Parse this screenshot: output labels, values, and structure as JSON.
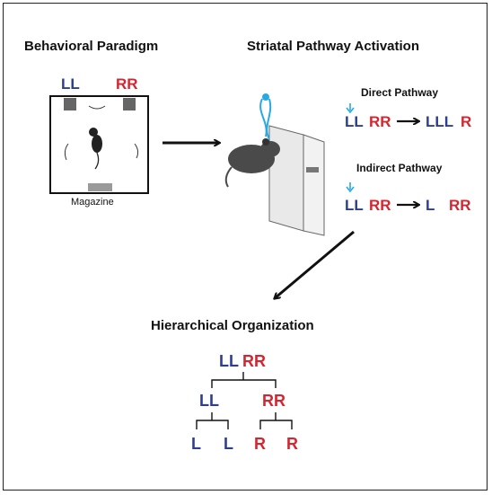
{
  "titles": {
    "behavioral": "Behavioral Paradigm",
    "striatal": "Striatal Pathway Activation",
    "hierarchical": "Hierarchical Organization"
  },
  "paradigm": {
    "lever_left_label": "LL",
    "lever_right_label": "RR",
    "magazine_label": "Magazine"
  },
  "direct": {
    "title": "Direct Pathway",
    "before_left": "LL",
    "before_right": "RR",
    "after_left": "LLL",
    "after_right": "R"
  },
  "indirect": {
    "title": "Indirect Pathway",
    "before_left": "LL",
    "before_right": "RR",
    "after_left": "L",
    "after_right": "RR"
  },
  "tree": {
    "root_left": "LL",
    "root_right": "RR",
    "mid_left": "LL",
    "mid_right": "RR",
    "leaves": [
      "L",
      "L",
      "R",
      "R"
    ]
  },
  "colors": {
    "left_blue": "#2b3f8f",
    "right_red": "#d22630",
    "light_cyan": "#27a9e1"
  }
}
